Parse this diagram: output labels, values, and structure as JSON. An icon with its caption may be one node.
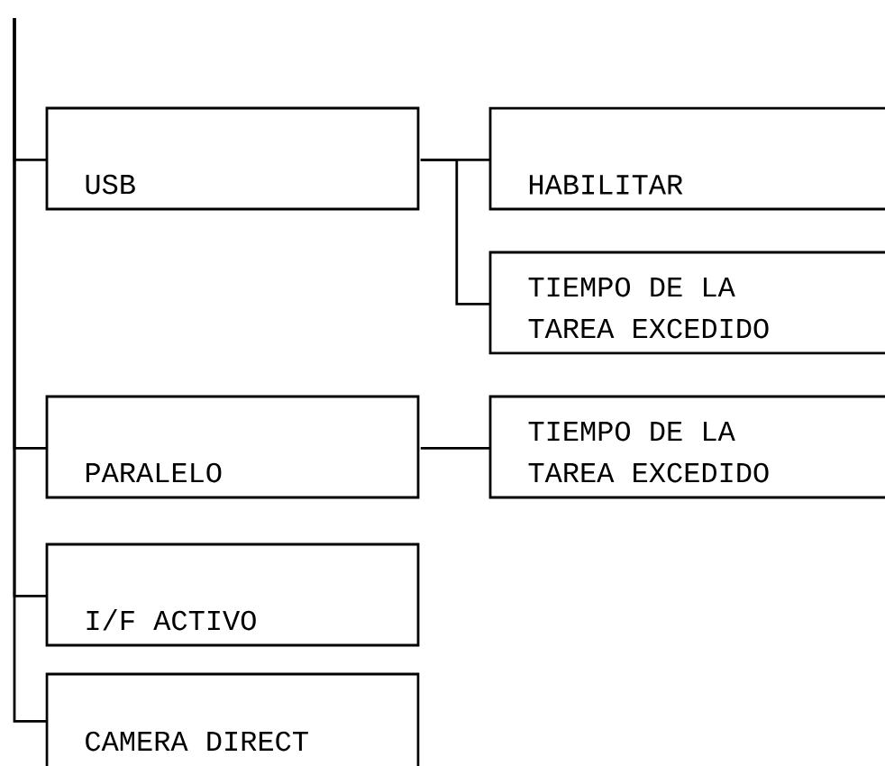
{
  "diagram": {
    "nodes": [
      {
        "text": [
          "USB"
        ]
      },
      {
        "text": [
          "HABILITAR"
        ]
      },
      {
        "text": [
          "TIEMPO DE LA TAREA EXCEDIDO"
        ]
      },
      {
        "text": [
          "PARALELO"
        ]
      },
      {
        "text": [
          "TIEMPO DE LA TAREA EXCEDIDO"
        ]
      },
      {
        "text": [
          "I/F ACTIVO"
        ]
      },
      {
        "text": [
          "CAMERA DIRECT"
        ]
      }
    ],
    "edges": [
      {
        "from": null,
        "to": 0,
        "arrow": "none"
      },
      {
        "from": 0,
        "to": 1,
        "arrow": "none"
      },
      {
        "from": 0,
        "to": 2,
        "arrow": "none"
      },
      {
        "from": null,
        "to": 3,
        "arrow": "none"
      },
      {
        "from": 3,
        "to": 4,
        "arrow": "none"
      },
      {
        "from": null,
        "to": 5,
        "arrow": "none"
      },
      {
        "from": null,
        "to": 6,
        "arrow": "none"
      }
    ]
  }
}
